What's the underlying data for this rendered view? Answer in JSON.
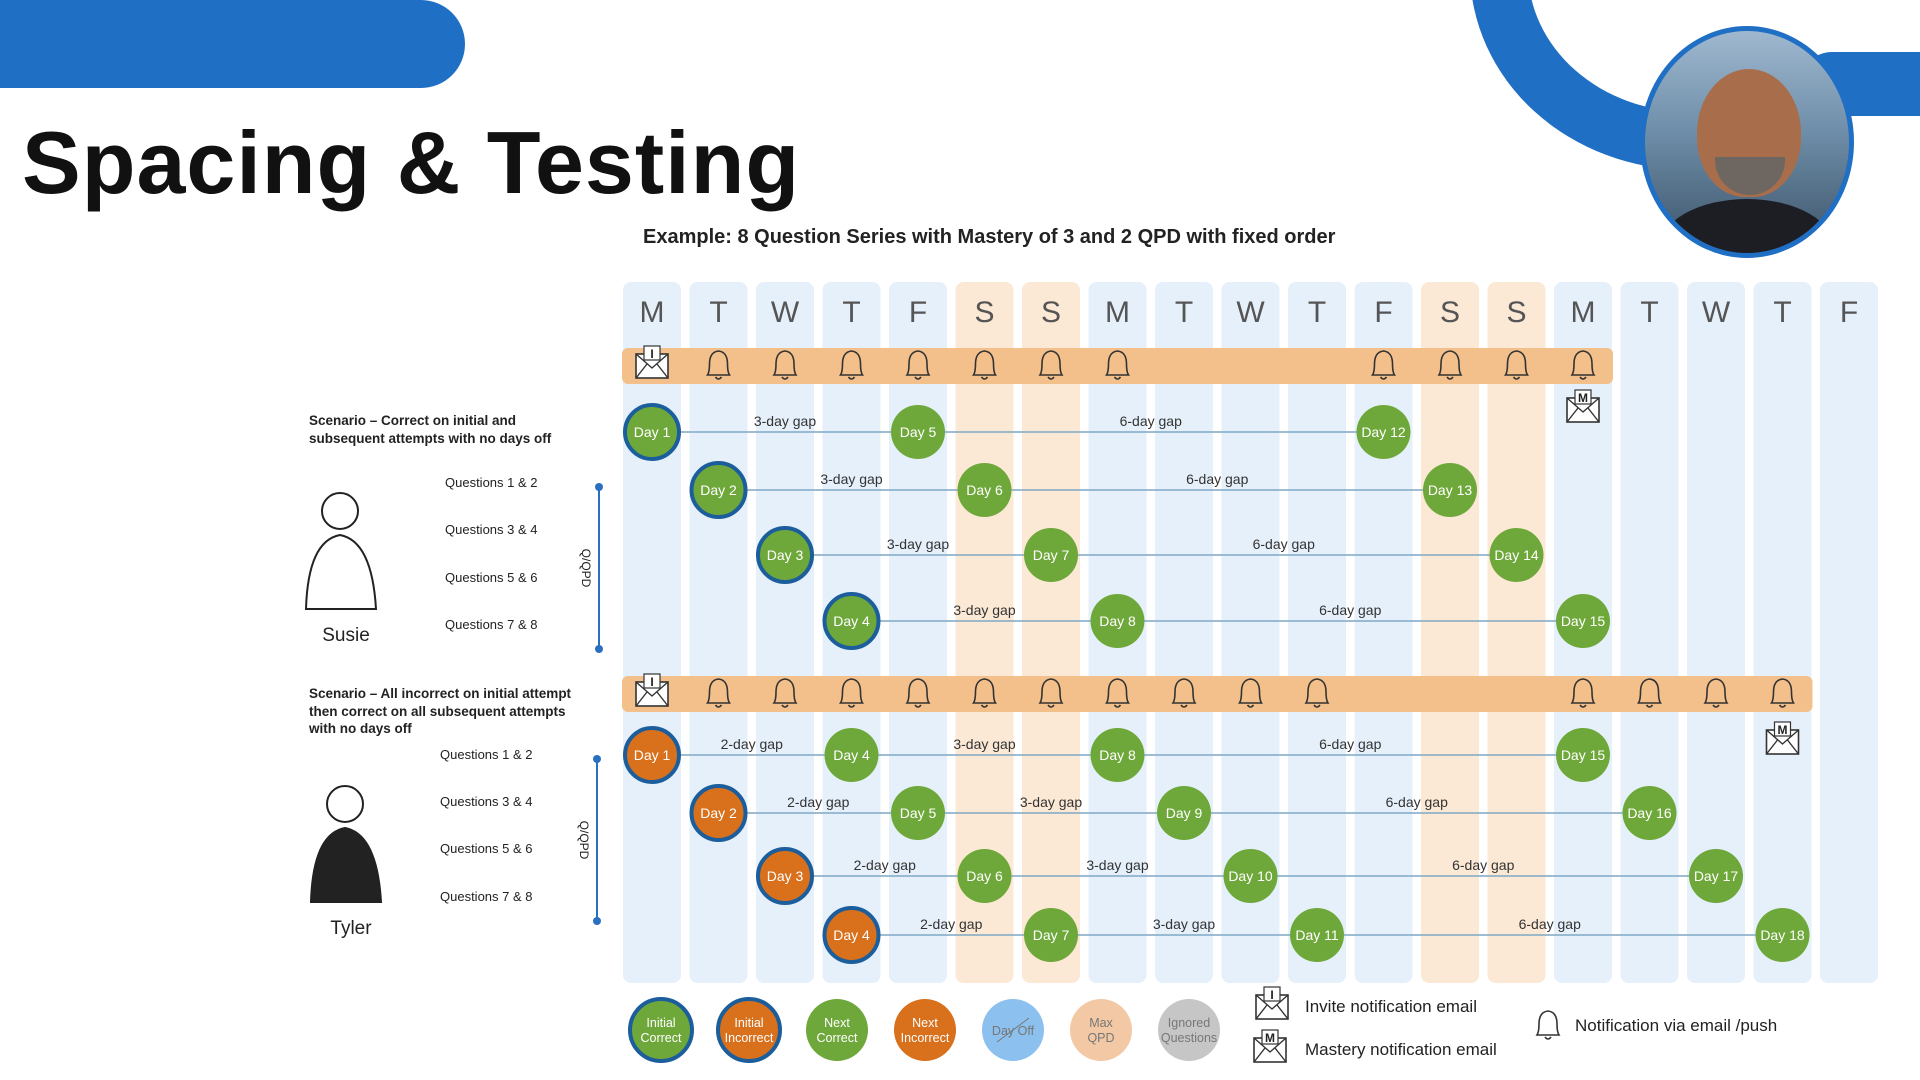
{
  "title": "Spacing & Testing",
  "diagram_title": "Example: 8 Question Series with Mastery of 3 and 2 QPD with fixed order",
  "days": [
    "M",
    "T",
    "W",
    "T",
    "F",
    "S",
    "S",
    "M",
    "T",
    "W",
    "T",
    "F",
    "S",
    "S",
    "M",
    "T",
    "W",
    "T",
    "F"
  ],
  "weekend_columns": [
    5,
    6,
    12,
    13
  ],
  "axis_label": "Q/QPD",
  "gap_labels": {
    "2": "2-day gap",
    "3": "3-day gap",
    "6": "6-day gap"
  },
  "scenarios": [
    {
      "person": "Susie",
      "label_lines": [
        "Scenario – Correct on initial and",
        "subsequent attempts with no days off"
      ],
      "questions": [
        "Questions 1 & 2",
        "Questions 3 & 4",
        "Questions 5 & 6",
        "Questions 7 & 8"
      ],
      "notifications": {
        "invite_col": 0,
        "bell_cols": [
          1,
          2,
          3,
          4,
          5,
          6,
          7,
          11,
          12,
          13,
          14
        ],
        "mastery_col": 14,
        "bar_cols": [
          0,
          14
        ]
      },
      "rows": [
        {
          "nodes": [
            {
              "col": 0,
              "label": "Day 1",
              "status": "initial-correct"
            },
            {
              "col": 4,
              "label": "Day 5",
              "status": "next-correct"
            },
            {
              "col": 11,
              "label": "Day 12",
              "status": "next-correct"
            }
          ],
          "gaps": [
            3,
            6
          ]
        },
        {
          "nodes": [
            {
              "col": 1,
              "label": "Day 2",
              "status": "initial-correct"
            },
            {
              "col": 5,
              "label": "Day 6",
              "status": "next-correct"
            },
            {
              "col": 12,
              "label": "Day 13",
              "status": "next-correct"
            }
          ],
          "gaps": [
            3,
            6
          ]
        },
        {
          "nodes": [
            {
              "col": 2,
              "label": "Day 3",
              "status": "initial-correct"
            },
            {
              "col": 6,
              "label": "Day 7",
              "status": "next-correct"
            },
            {
              "col": 13,
              "label": "Day 14",
              "status": "next-correct"
            }
          ],
          "gaps": [
            3,
            6
          ]
        },
        {
          "nodes": [
            {
              "col": 3,
              "label": "Day 4",
              "status": "initial-correct"
            },
            {
              "col": 7,
              "label": "Day 8",
              "status": "next-correct"
            },
            {
              "col": 14,
              "label": "Day 15",
              "status": "next-correct"
            }
          ],
          "gaps": [
            3,
            6
          ]
        }
      ]
    },
    {
      "person": "Tyler",
      "label_lines": [
        "Scenario – All incorrect on initial attempt",
        "then correct on all subsequent attempts",
        "with no days off"
      ],
      "questions": [
        "Questions 1 & 2",
        "Questions 3 & 4",
        "Questions 5 & 6",
        "Questions 7 & 8"
      ],
      "notifications": {
        "invite_col": 0,
        "bell_cols": [
          1,
          2,
          3,
          4,
          5,
          6,
          7,
          8,
          9,
          10,
          14,
          15,
          16,
          17
        ],
        "mastery_col": 17,
        "bar_cols": [
          0,
          17
        ]
      },
      "rows": [
        {
          "nodes": [
            {
              "col": 0,
              "label": "Day 1",
              "status": "initial-incorrect"
            },
            {
              "col": 3,
              "label": "Day 4",
              "status": "next-correct"
            },
            {
              "col": 7,
              "label": "Day 8",
              "status": "next-correct"
            },
            {
              "col": 14,
              "label": "Day 15",
              "status": "next-correct"
            }
          ],
          "gaps": [
            2,
            3,
            6
          ]
        },
        {
          "nodes": [
            {
              "col": 1,
              "label": "Day 2",
              "status": "initial-incorrect"
            },
            {
              "col": 4,
              "label": "Day 5",
              "status": "next-correct"
            },
            {
              "col": 8,
              "label": "Day 9",
              "status": "next-correct"
            },
            {
              "col": 15,
              "label": "Day 16",
              "status": "next-correct"
            }
          ],
          "gaps": [
            2,
            3,
            6
          ]
        },
        {
          "nodes": [
            {
              "col": 2,
              "label": "Day 3",
              "status": "initial-incorrect"
            },
            {
              "col": 5,
              "label": "Day 6",
              "status": "next-correct"
            },
            {
              "col": 9,
              "label": "Day 10",
              "status": "next-correct"
            },
            {
              "col": 16,
              "label": "Day 17",
              "status": "next-correct"
            }
          ],
          "gaps": [
            2,
            3,
            6
          ]
        },
        {
          "nodes": [
            {
              "col": 3,
              "label": "Day 4",
              "status": "initial-incorrect"
            },
            {
              "col": 6,
              "label": "Day 7",
              "status": "next-correct"
            },
            {
              "col": 10,
              "label": "Day 11",
              "status": "next-correct"
            },
            {
              "col": 17,
              "label": "Day 18",
              "status": "next-correct"
            }
          ],
          "gaps": [
            2,
            3,
            6
          ]
        }
      ]
    }
  ],
  "legend": [
    {
      "key": "initial-correct",
      "lines": [
        "Initial",
        "Correct"
      ]
    },
    {
      "key": "initial-incorrect",
      "lines": [
        "Initial",
        "Incorrect"
      ]
    },
    {
      "key": "next-correct",
      "lines": [
        "Next",
        "Correct"
      ]
    },
    {
      "key": "next-incorrect",
      "lines": [
        "Next",
        "Incorrect"
      ]
    },
    {
      "key": "day-off",
      "lines": [
        "Day Off"
      ]
    },
    {
      "key": "max-qpd",
      "lines": [
        "Max",
        "QPD"
      ]
    },
    {
      "key": "ignored",
      "lines": [
        "Ignored",
        "Questions"
      ]
    }
  ],
  "legend_icons": {
    "invite": "Invite notification email",
    "mastery": "Mastery notification email",
    "notification": "Notification via email /push"
  },
  "colors": {
    "column": "#e6f0fa",
    "weekend": "#fbe9d6",
    "notification_bar": "#f3c08c",
    "green": "#6fa83a",
    "orange": "#d8701c",
    "ring": "#1c5e9c",
    "blue": "#8cc0ee",
    "peach": "#f2c9a4",
    "gray": "#c6c6c6",
    "line": "#7ea7c4",
    "stem": "#2b6fc0"
  }
}
